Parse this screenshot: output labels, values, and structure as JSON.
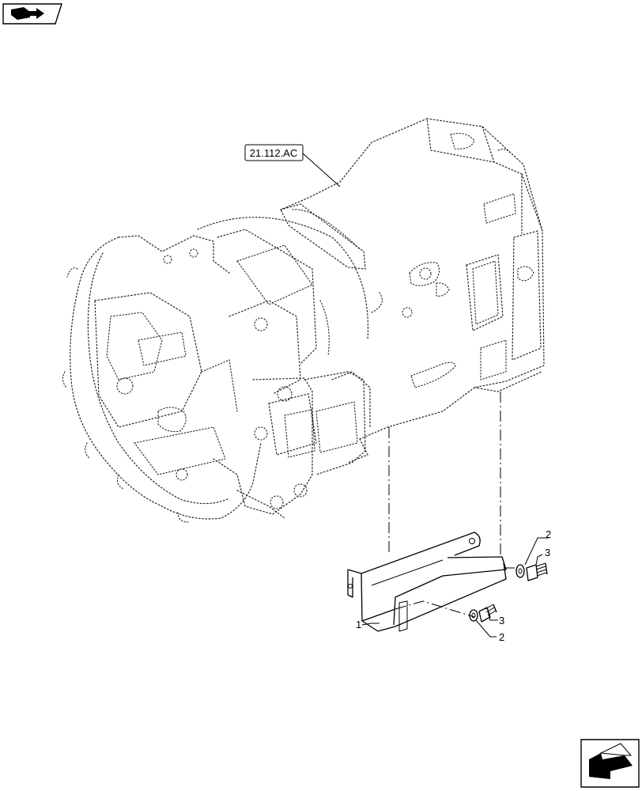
{
  "reference_label": "21.112.AC",
  "callouts": [
    {
      "id": "c1",
      "text": "1"
    },
    {
      "id": "c2a",
      "text": "2"
    },
    {
      "id": "c3a",
      "text": "3"
    },
    {
      "id": "c3b",
      "text": "3"
    },
    {
      "id": "c2b",
      "text": "2"
    }
  ],
  "icons": {
    "top_left": "book-arrow-icon",
    "bottom_right": "arrow-next-icon"
  }
}
